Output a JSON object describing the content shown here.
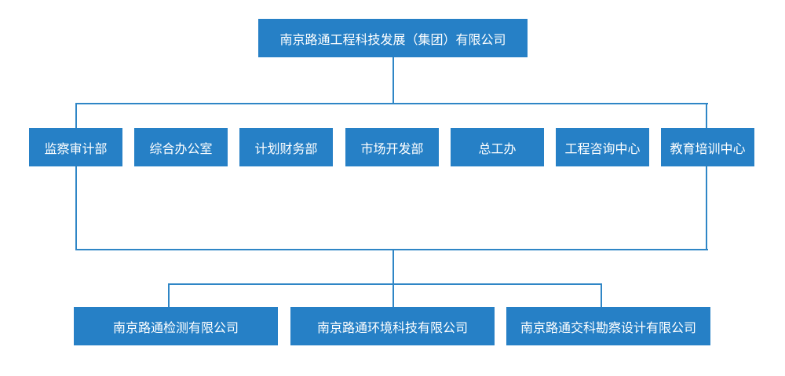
{
  "head": {
    "label": "南京路通工程科技发展（集团）有限公司"
  },
  "departments": [
    {
      "label": "监察审计部"
    },
    {
      "label": "综合办公室"
    },
    {
      "label": "计划财务部"
    },
    {
      "label": "市场开发部"
    },
    {
      "label": "总工办"
    },
    {
      "label": "工程咨询中心"
    },
    {
      "label": "教育培训中心"
    }
  ],
  "subsidiaries": [
    {
      "label": "南京路通检测有限公司"
    },
    {
      "label": "南京路通环境科技有限公司"
    },
    {
      "label": "南京路通交科勘察设计有限公司"
    }
  ],
  "colors": {
    "box": "#2680c6",
    "line": "#2f86c6",
    "text": "#ffffff"
  }
}
